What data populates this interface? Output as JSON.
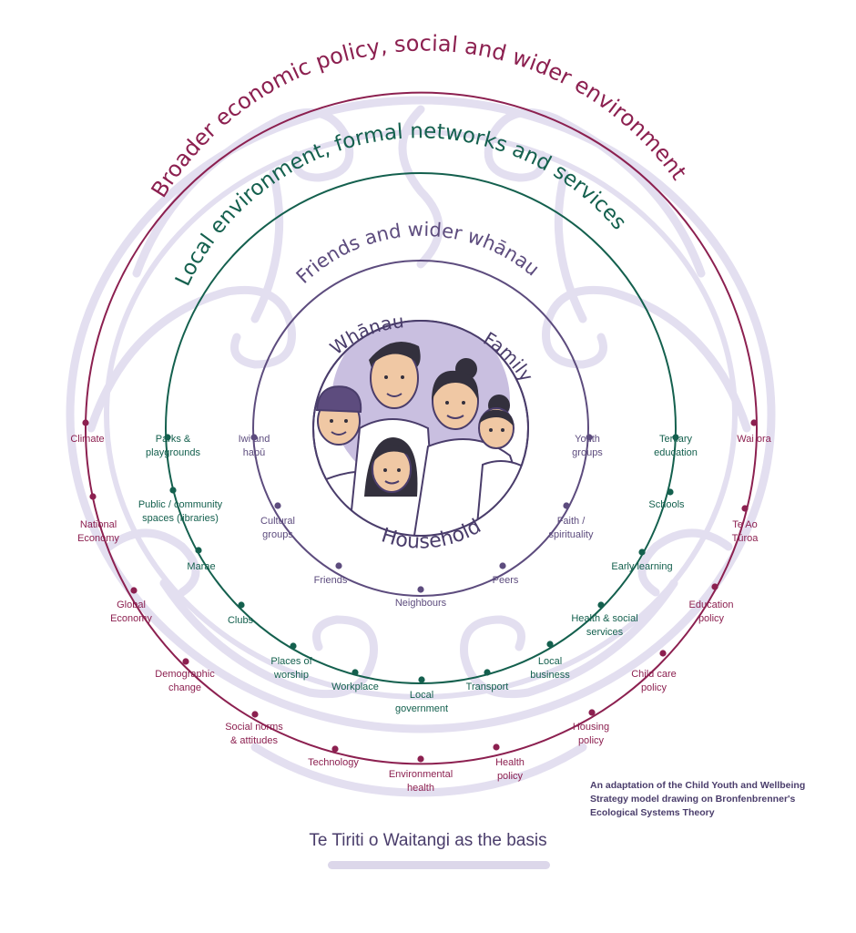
{
  "colors": {
    "outer": "#8c2050",
    "middle": "#14604e",
    "inner": "#5d4c7e",
    "center_text": "#4a3d6b",
    "watermark": "#e3dff0",
    "face": "#f0c8a4",
    "hair": "#33303d",
    "disc": "#c9bfe0"
  },
  "rings": {
    "outer": {
      "title": "Broader economic policy, social and wider environment",
      "labels": [
        "Climate",
        "National Economy",
        "Global Economy",
        "Demographic change",
        "Social norms & attitudes",
        "Technology",
        "Environmental health",
        "Health policy",
        "Housing policy",
        "Child care policy",
        "Education policy",
        "Te Ao Tūroa",
        "Wai ora"
      ]
    },
    "middle": {
      "title": "Local environment, formal networks and services",
      "labels": [
        "Parks & playgrounds",
        "Public / community spaces (libraries)",
        "Marae",
        "Clubs",
        "Places of worship",
        "Workplace",
        "Local government",
        "Transport",
        "Local business",
        "Health & social services",
        "Early learning",
        "Schools",
        "Tertiary education"
      ]
    },
    "inner": {
      "title": "Friends and wider whānau",
      "labels": [
        "Iwi and hapū",
        "Cultural groups",
        "Friends",
        "Neighbours",
        "Peers",
        "Faith / spirituality",
        "Youth groups"
      ]
    }
  },
  "center": {
    "word_left": "Whānau",
    "word_right": "Family",
    "word_bottom": "Household",
    "illustration": "family-illustration"
  },
  "credit": "An adaptation of the Child Youth and Wellbeing Strategy model drawing on Bronfenbrenner's Ecological Systems Theory",
  "footer": "Te Tiriti o Waitangi as the basis"
}
